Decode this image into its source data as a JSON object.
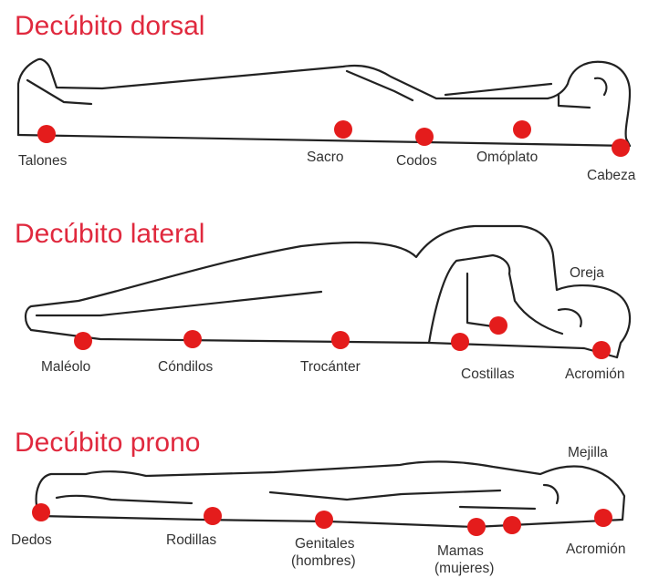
{
  "colors": {
    "title": "#e0293e",
    "marker": "#e41c1c",
    "outline": "#222222",
    "label": "#333333",
    "background": "#ffffff"
  },
  "positions": [
    {
      "title": "Decúbito dorsal",
      "points": [
        "Talones",
        "Sacro",
        "Codos",
        "Omóplato",
        "Cabeza"
      ]
    },
    {
      "title": "Decúbito lateral",
      "points": [
        "Maléolo",
        "Cóndilos",
        "Trocánter",
        "Costillas",
        "Acromión",
        "Oreja"
      ]
    },
    {
      "title": "Decúbito prono",
      "points": [
        "Dedos",
        "Rodillas",
        "Genitales",
        "(hombres)",
        "Mamas",
        "(mujeres)",
        "Acromión",
        "Mejilla"
      ]
    }
  ]
}
